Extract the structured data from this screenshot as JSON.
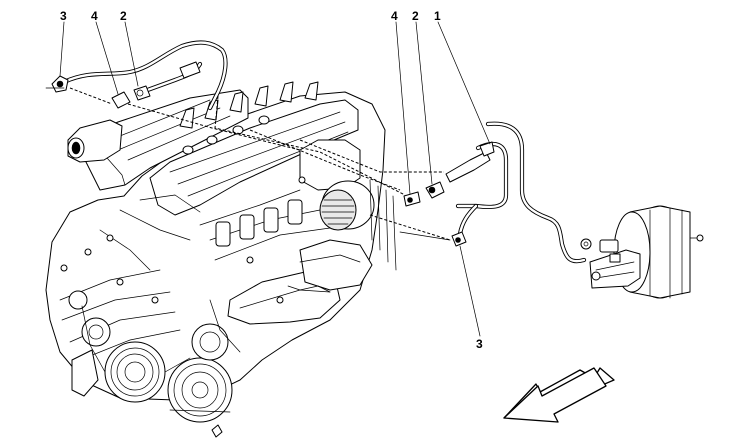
{
  "callouts": [
    {
      "id": "c3-top",
      "label": "3"
    },
    {
      "id": "c4-top",
      "label": "4"
    },
    {
      "id": "c2-top",
      "label": "2"
    },
    {
      "id": "c4-right",
      "label": "4"
    },
    {
      "id": "c2-right",
      "label": "2"
    },
    {
      "id": "c1-right",
      "label": "1"
    },
    {
      "id": "c3-bottom",
      "label": "3"
    }
  ],
  "icons": [
    "engine-assembly",
    "brake-servo",
    "vacuum-hose",
    "check-valve",
    "hose-clamp",
    "direction-arrow"
  ]
}
